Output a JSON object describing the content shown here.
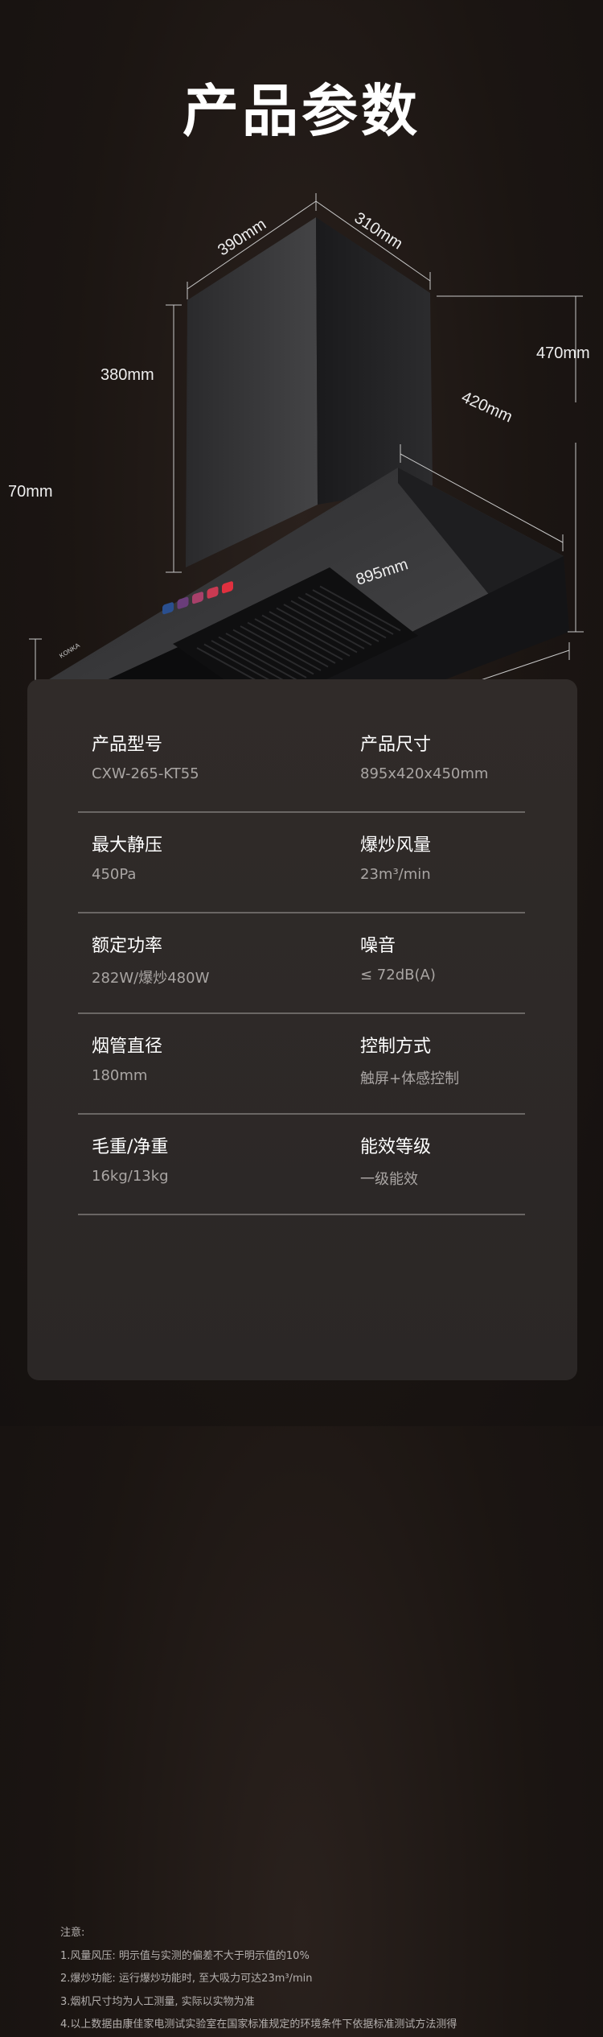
{
  "title": "产品参数",
  "diagram": {
    "brand_logo": "KONKA",
    "dimensions": {
      "chimney_width": "390mm",
      "chimney_depth": "310mm",
      "chimney_height": "380mm",
      "total_height": "470mm",
      "hood_depth": "420mm",
      "hood_thickness": "70mm",
      "hood_width": "895mm"
    },
    "button_colors": [
      "#2a4f8f",
      "#6a3d7a",
      "#a8406a",
      "#c93a52",
      "#e0303f"
    ]
  },
  "specs": [
    {
      "left": {
        "label": "产品型号",
        "value": "CXW-265-KT55"
      },
      "right": {
        "label": "产品尺寸",
        "value": "895x420x450mm"
      }
    },
    {
      "left": {
        "label": "最大静压",
        "value": "450Pa"
      },
      "right": {
        "label": "爆炒风量",
        "value": "23m³/min"
      }
    },
    {
      "left": {
        "label": "额定功率",
        "value": "282W/爆炒480W"
      },
      "right": {
        "label": "噪音",
        "value": "≤ 72dB(A)"
      }
    },
    {
      "left": {
        "label": "烟管直径",
        "value": "180mm"
      },
      "right": {
        "label": "控制方式",
        "value": "触屏+体感控制"
      }
    },
    {
      "left": {
        "label": "毛重/净重",
        "value": "16kg/13kg"
      },
      "right": {
        "label": "能效等级",
        "value": "一级能效"
      }
    }
  ],
  "notes": {
    "heading": "注意:",
    "items": [
      "1.风量风压: 明示值与实测的偏差不大于明示值的10%",
      "2.爆炒功能: 运行爆炒功能时, 至大吸力可达23m³/min",
      "3.烟机尺寸均为人工测量, 实际以实物为准",
      "4.以上数据由康佳家电测试实验室在国家标准规定的环境条件下依据标准测试方法测得"
    ]
  }
}
